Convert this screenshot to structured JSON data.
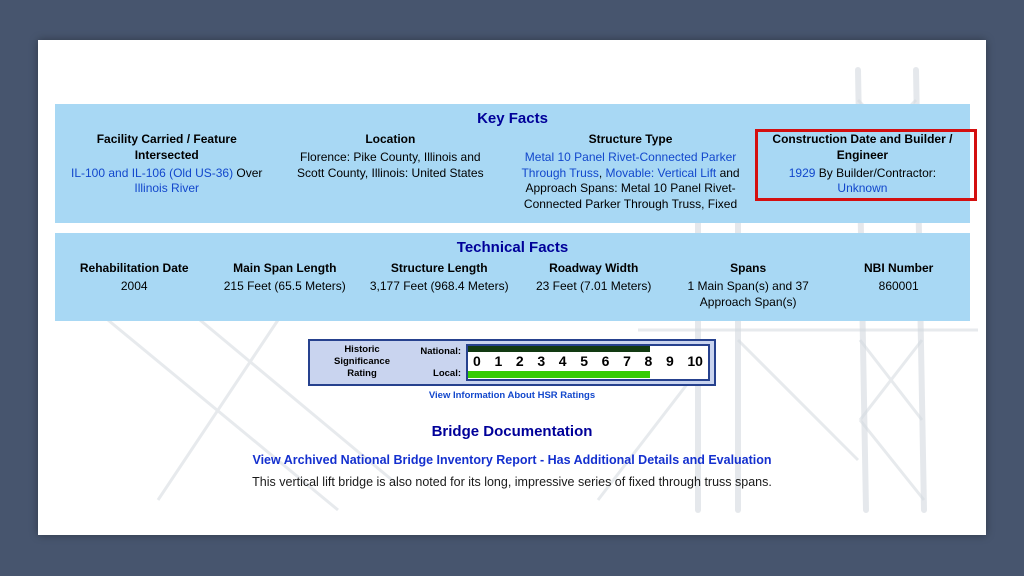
{
  "colors": {
    "desktop_bg": "#47556e",
    "band_bg": "#a8d8f4",
    "title_navy": "#000099",
    "link_blue": "#1247cc",
    "annotation_red": "#d40f0f",
    "hsr_national_bar": "#123a12",
    "hsr_local_bar": "#35cc02"
  },
  "key_facts": {
    "title": "Key Facts",
    "facility": {
      "header": "Facility Carried / Feature Intersected",
      "route_link": "IL-100 and IL-106 (Old US-36)",
      "over_text": " Over ",
      "feature_link": "Illinois River"
    },
    "location": {
      "header": "Location",
      "text": "Florence: Pike County, Illinois and Scott County, Illinois: United States"
    },
    "structure_type": {
      "header": "Structure Type",
      "link1": "Metal 10 Panel Rivet-Connected Parker Through Truss",
      "text1": ", ",
      "link2": "Movable: Vertical Lift",
      "text2": " and Approach Spans: Metal 10 Panel Rivet-Connected Parker Through Truss, Fixed"
    },
    "construction": {
      "header": "Construction Date and Builder / Engineer",
      "year_link": "1929",
      "by_text": " By Builder/Contractor: ",
      "builder_link": "Unknown"
    }
  },
  "technical_facts": {
    "title": "Technical Facts",
    "columns": [
      {
        "header": "Rehabilitation Date",
        "value": "2004"
      },
      {
        "header": "Main Span Length",
        "value": "215 Feet (65.5 Meters)"
      },
      {
        "header": "Structure Length",
        "value": "3,177 Feet (968.4 Meters)"
      },
      {
        "header": "Roadway Width",
        "value": "23 Feet (7.01 Meters)"
      },
      {
        "header": "Spans",
        "value": "1 Main Span(s) and 37 Approach Span(s)"
      },
      {
        "header": "NBI Number",
        "value": "860001"
      }
    ]
  },
  "hsr": {
    "label_line1": "Historic",
    "label_line2": "Significance",
    "label_line3": "Rating",
    "national_label": "National:",
    "local_label": "Local:",
    "scale": [
      "0",
      "1",
      "2",
      "3",
      "4",
      "5",
      "6",
      "7",
      "8",
      "9",
      "10"
    ],
    "national_value": 7.5,
    "local_value": 7.5,
    "national_bar_style": "width:76%",
    "local_bar_style": "width:76%",
    "link": "View Information About HSR Ratings"
  },
  "documentation": {
    "title": "Bridge Documentation",
    "archive_link": "View Archived National Bridge Inventory Report - Has Additional Details and Evaluation",
    "note": "This vertical lift bridge is also noted for its long, impressive series of fixed through truss spans."
  }
}
